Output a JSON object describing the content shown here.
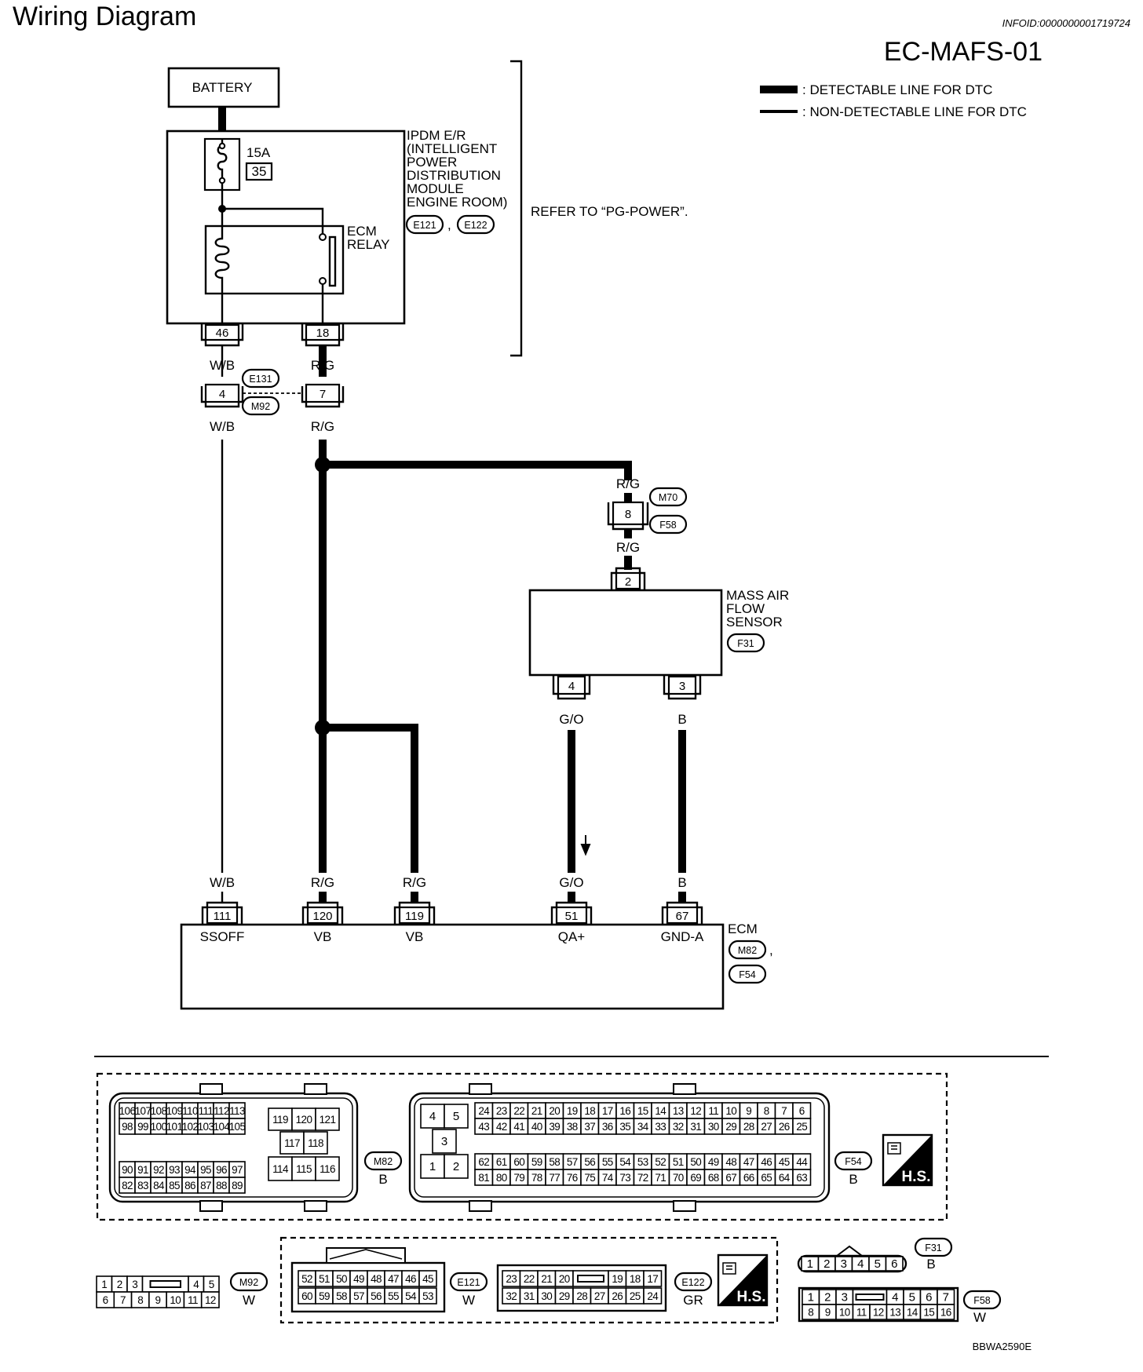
{
  "header": {
    "title": "Wiring Diagram",
    "info_id": "INFOID:0000000001719724",
    "code": "EC-MAFS-01"
  },
  "legend": {
    "detectable": ": DETECTABLE LINE FOR DTC",
    "non_detectable": ": NON-DETECTABLE LINE FOR DTC"
  },
  "battery": {
    "label": "BATTERY"
  },
  "fuse": {
    "rating": "15A",
    "number": "35"
  },
  "ipdm": {
    "lines": [
      "IPDM E/R",
      "(INTELLIGENT",
      "POWER",
      "DISTRIBUTION",
      "MODULE",
      "ENGINE ROOM)"
    ],
    "connectors": [
      "E121",
      "E122"
    ],
    "sep": ",",
    "refer": "REFER TO “PG-POWER”.",
    "relay_lines": [
      "ECM",
      "RELAY"
    ],
    "terminals": [
      "46",
      "18"
    ]
  },
  "joint": {
    "pins": [
      "4",
      "7"
    ],
    "connectors": [
      "E131",
      "M92"
    ]
  },
  "wires": {
    "wb": "W/B",
    "rg": "R/G",
    "go": "G/O",
    "b": "B"
  },
  "inline": {
    "pin": "8",
    "connectors": [
      "M70",
      "F58"
    ]
  },
  "maf": {
    "lines": [
      "MASS AIR",
      "FLOW",
      "SENSOR"
    ],
    "connector": "F31",
    "pins": [
      "2",
      "4",
      "3"
    ]
  },
  "ecm": {
    "label": "ECM",
    "connectors": [
      "M82",
      "F54"
    ],
    "sep": ",",
    "pins": [
      "111",
      "120",
      "119",
      "51",
      "67"
    ],
    "signals": [
      "SSOFF",
      "VB",
      "VB",
      "QA+",
      "GND-A"
    ]
  },
  "connector_views": {
    "m82": {
      "id": "M82",
      "color": "B",
      "left_top": [
        [
          "106",
          "107",
          "108",
          "109",
          "110",
          "111",
          "112",
          "113"
        ],
        [
          "98",
          "99",
          "100",
          "101",
          "102",
          "103",
          "104",
          "105"
        ]
      ],
      "left_bot": [
        [
          "90",
          "91",
          "92",
          "93",
          "94",
          "95",
          "96",
          "97"
        ],
        [
          "82",
          "83",
          "84",
          "85",
          "86",
          "87",
          "88",
          "89"
        ]
      ],
      "mid_top": [
        "119",
        "120",
        "121"
      ],
      "mid_mid": [
        "117",
        "118"
      ],
      "mid_bot": [
        "114",
        "115",
        "116"
      ]
    },
    "f54": {
      "id": "F54",
      "color": "B",
      "left": [
        "4",
        "5",
        "3",
        "1",
        "2"
      ],
      "rows": [
        [
          "24",
          "23",
          "22",
          "21",
          "20",
          "19",
          "18",
          "17",
          "16",
          "15",
          "14",
          "13",
          "12",
          "11",
          "10",
          "9",
          "8",
          "7",
          "6"
        ],
        [
          "43",
          "42",
          "41",
          "40",
          "39",
          "38",
          "37",
          "36",
          "35",
          "34",
          "33",
          "32",
          "31",
          "30",
          "29",
          "28",
          "27",
          "26",
          "25"
        ],
        [
          "62",
          "61",
          "60",
          "59",
          "58",
          "57",
          "56",
          "55",
          "54",
          "53",
          "52",
          "51",
          "50",
          "49",
          "48",
          "47",
          "46",
          "45",
          "44"
        ],
        [
          "81",
          "80",
          "79",
          "78",
          "77",
          "76",
          "75",
          "74",
          "73",
          "72",
          "71",
          "70",
          "69",
          "68",
          "67",
          "66",
          "65",
          "64",
          "63"
        ]
      ]
    },
    "hs_label": "H.S.",
    "m92": {
      "id": "M92",
      "color": "W",
      "top": [
        "1",
        "2",
        "3",
        "4",
        "5"
      ],
      "bot": [
        "6",
        "7",
        "8",
        "9",
        "10",
        "11",
        "12"
      ]
    },
    "e121": {
      "id": "E121",
      "color": "W",
      "top": [
        "52",
        "51",
        "50",
        "49",
        "48",
        "47",
        "46",
        "45"
      ],
      "bot": [
        "60",
        "59",
        "58",
        "57",
        "56",
        "55",
        "54",
        "53"
      ]
    },
    "e122": {
      "id": "E122",
      "color": "GR",
      "top_l": [
        "23",
        "22",
        "21",
        "20"
      ],
      "top_r": [
        "19",
        "18",
        "17"
      ],
      "bot": [
        "32",
        "31",
        "30",
        "29",
        "28",
        "27",
        "26",
        "25",
        "24"
      ]
    },
    "f31": {
      "id": "F31",
      "color": "B",
      "pins": [
        "1",
        "2",
        "3",
        "4",
        "5",
        "6"
      ]
    },
    "f58": {
      "id": "F58",
      "color": "W",
      "top_l": [
        "1",
        "2",
        "3"
      ],
      "top_r": [
        "4",
        "5",
        "6",
        "7"
      ],
      "bot": [
        "8",
        "9",
        "10",
        "11",
        "12",
        "13",
        "14",
        "15",
        "16"
      ]
    }
  },
  "figure_code": "BBWA2590E"
}
